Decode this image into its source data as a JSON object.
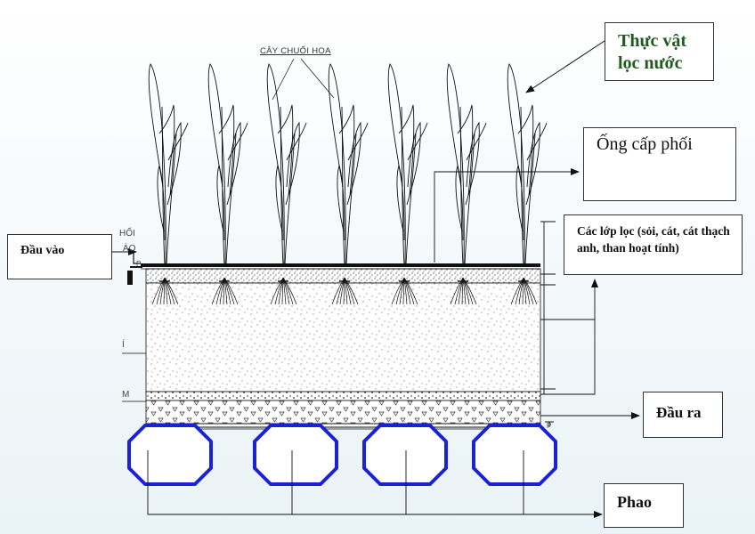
{
  "labels": {
    "plant_name": "CÂY CHUỐI HOA",
    "aquatic_plants": "Thực vật lọc nước",
    "distribution_pipe": "Ống cấp phối",
    "filter_layers": "Các lớp lọc (sỏi, cát, cát thạch anh, than hoạt tính)",
    "inlet": "Đầu vào",
    "outlet": "Đầu ra",
    "float": "Phao",
    "cut_text_1": "HỐI",
    "cut_text_2": "ÀO",
    "cut_text_3": "Í",
    "cut_text_4": "M",
    "marker_left": "P",
    "marker_right": "P"
  },
  "colors": {
    "float_stroke": "#1a22d6",
    "plant_text": "#1f5a1f",
    "line": "#111111"
  }
}
